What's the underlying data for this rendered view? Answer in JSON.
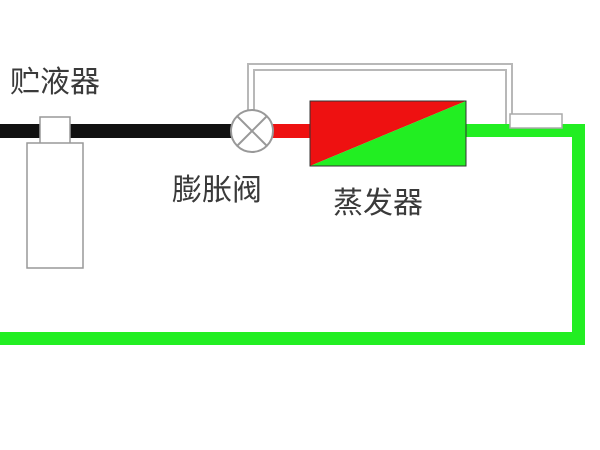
{
  "labels": {
    "receiver": "贮液器",
    "expansion_valve": "膨胀阀",
    "evaporator": "蒸发器"
  },
  "colors": {
    "liquid_line": "#111111",
    "suction_line": "#22ee22",
    "evaporator_hot": "#ee1111",
    "evaporator_cold": "#22ee22",
    "sensing_tube": "#bbbbbb",
    "valve_outline": "#999999",
    "receiver_outline": "#999999"
  }
}
